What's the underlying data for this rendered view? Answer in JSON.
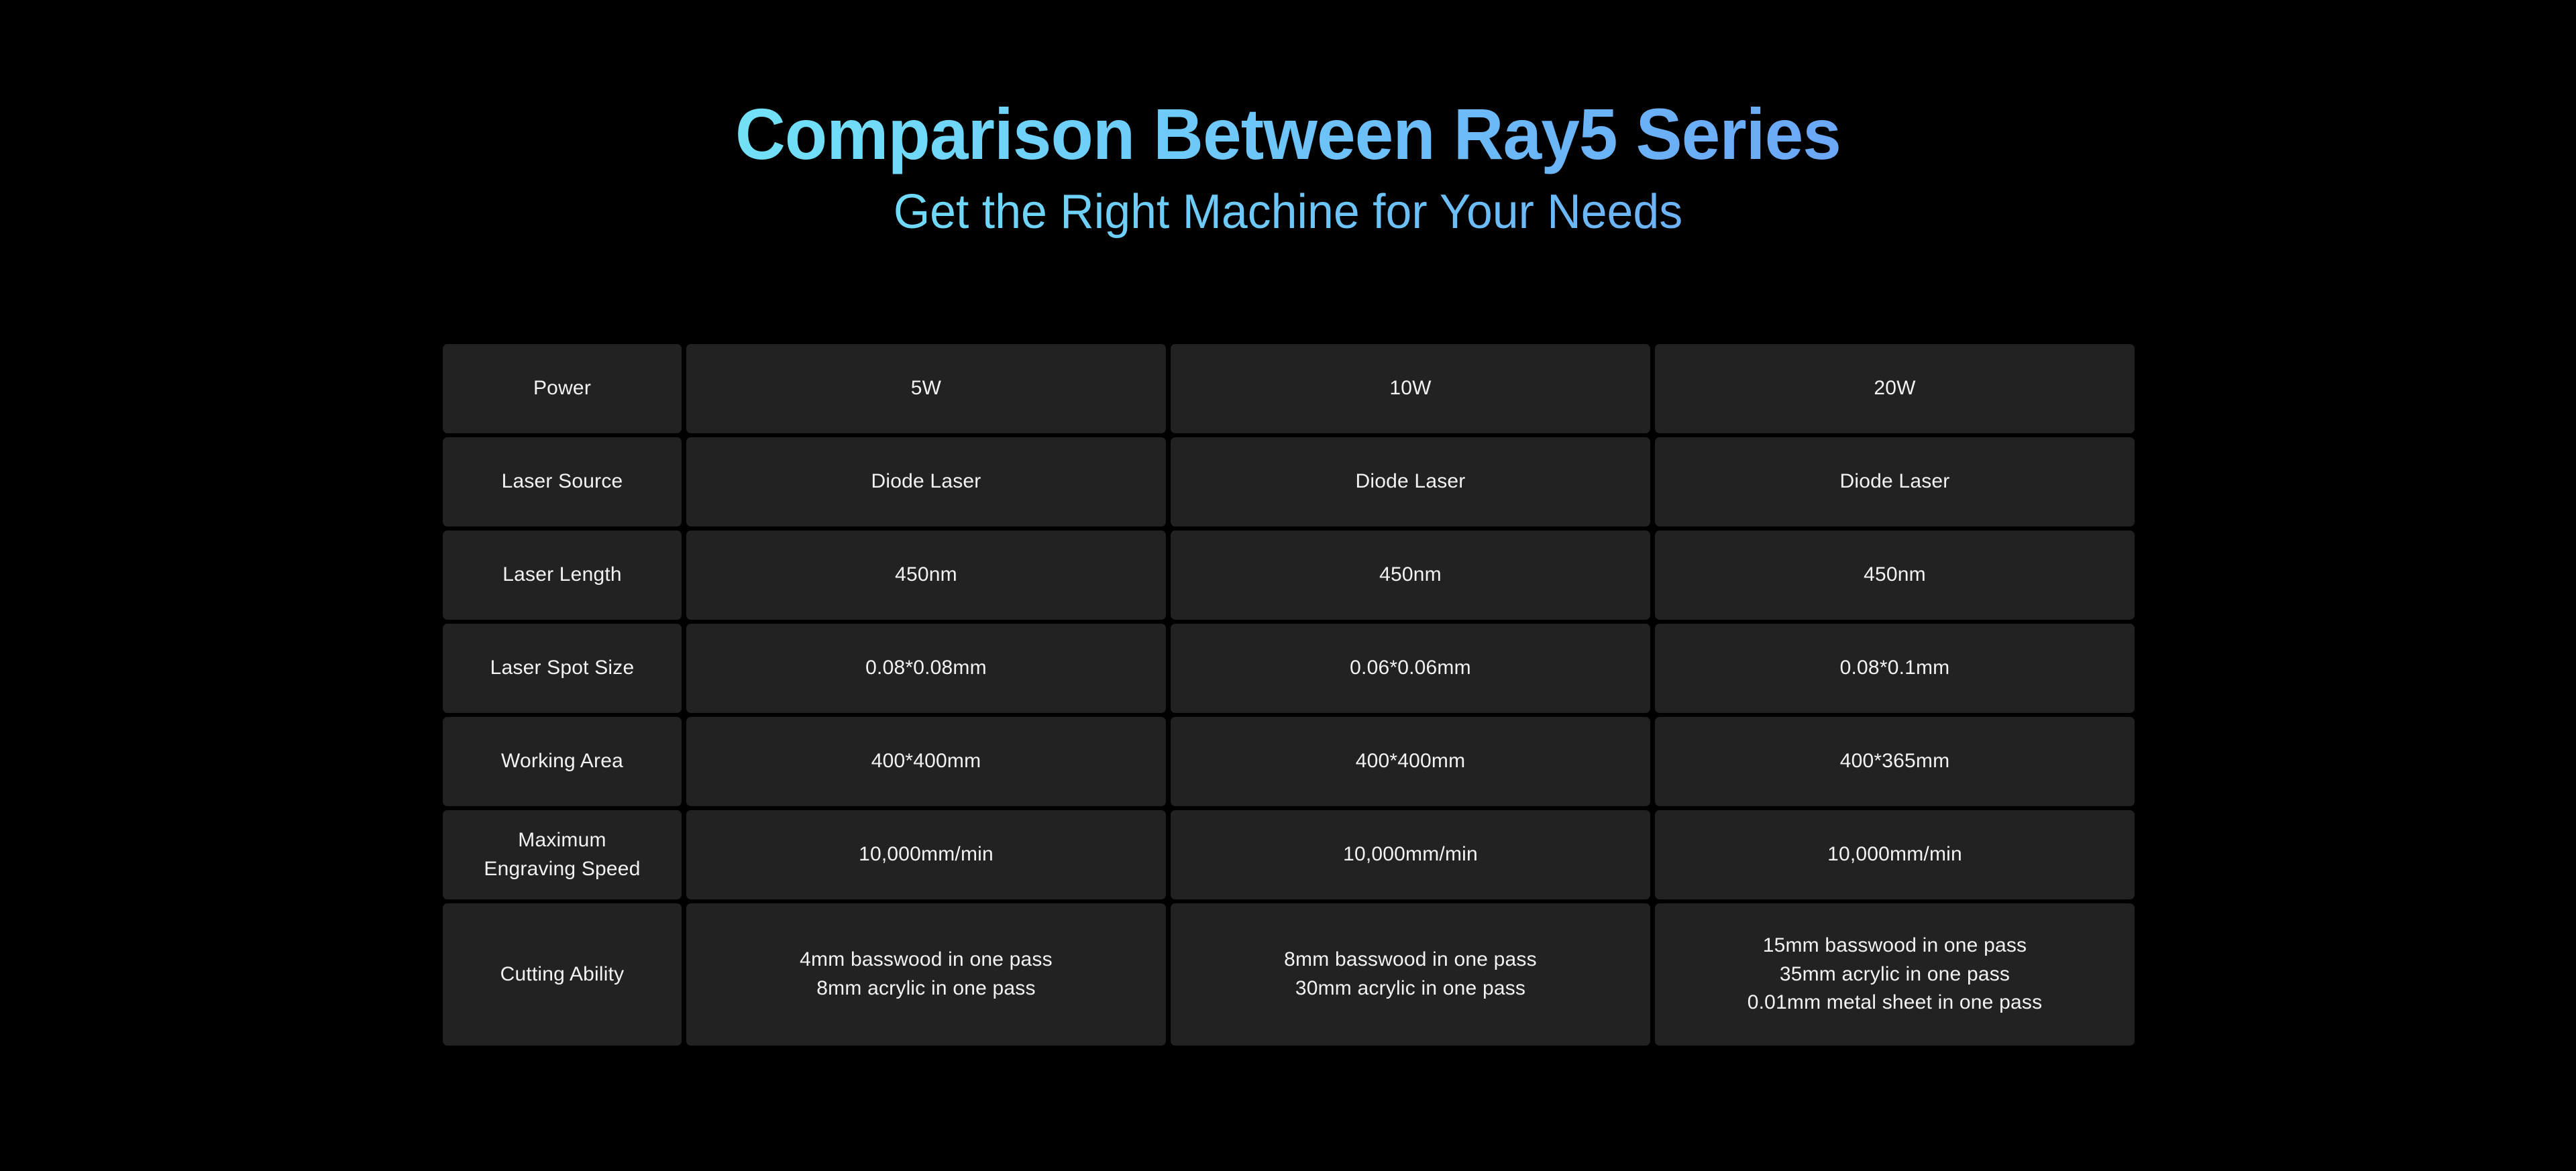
{
  "header": {
    "title": "Comparison Between Ray5 Series",
    "subtitle": "Get the Right Machine for Your Needs",
    "gradient_start": "#7ff7f2",
    "gradient_end": "#6c93f5"
  },
  "theme": {
    "background": "#000000",
    "cell_background": "#222222",
    "cell_text": "#f2f2f2"
  },
  "table": {
    "rows": [
      {
        "label": "Power",
        "values": [
          {
            "lines": [
              "5W"
            ]
          },
          {
            "lines": [
              "10W"
            ]
          },
          {
            "lines": [
              "20W"
            ]
          }
        ]
      },
      {
        "label": "Laser Source",
        "values": [
          {
            "lines": [
              "Diode Laser"
            ]
          },
          {
            "lines": [
              "Diode Laser"
            ]
          },
          {
            "lines": [
              "Diode Laser"
            ]
          }
        ]
      },
      {
        "label": "Laser Length",
        "values": [
          {
            "lines": [
              "450nm"
            ]
          },
          {
            "lines": [
              "450nm"
            ]
          },
          {
            "lines": [
              "450nm"
            ]
          }
        ]
      },
      {
        "label": "Laser Spot Size",
        "values": [
          {
            "lines": [
              "0.08*0.08mm"
            ]
          },
          {
            "lines": [
              "0.06*0.06mm"
            ]
          },
          {
            "lines": [
              "0.08*0.1mm"
            ]
          }
        ]
      },
      {
        "label": "Working Area",
        "values": [
          {
            "lines": [
              "400*400mm"
            ]
          },
          {
            "lines": [
              "400*400mm"
            ]
          },
          {
            "lines": [
              "400*365mm"
            ]
          }
        ]
      },
      {
        "label": "Maximum\nEngraving Speed",
        "label_lines": [
          "Maximum",
          "Engraving Speed"
        ],
        "values": [
          {
            "lines": [
              "10,000mm/min"
            ]
          },
          {
            "lines": [
              "10,000mm/min"
            ]
          },
          {
            "lines": [
              "10,000mm/min"
            ]
          }
        ]
      },
      {
        "label": "Cutting Ability",
        "tall": true,
        "values": [
          {
            "lines": [
              "4mm basswood in one pass",
              "8mm acrylic in one pass"
            ]
          },
          {
            "lines": [
              "8mm basswood in one pass",
              "30mm acrylic in one pass"
            ]
          },
          {
            "lines": [
              "15mm basswood in one pass",
              "35mm acrylic in one pass",
              "0.01mm metal sheet in one pass"
            ]
          }
        ]
      }
    ]
  }
}
